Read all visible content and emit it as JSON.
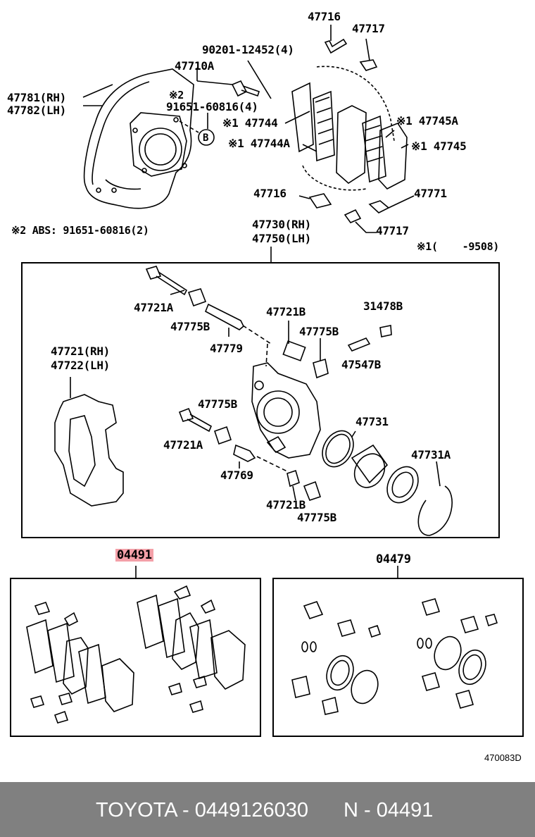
{
  "labels": {
    "p47716a": "47716",
    "p47717a": "47717",
    "p90201": "90201-12452(4)",
    "p47710a": "47710A",
    "p47781": "47781(RH)",
    "p47782": "47782(LH)",
    "note2a": "※2",
    "p91651": "91651-60816(4)",
    "circleB": "B",
    "p47744": "※1 47744",
    "p47744a": "※1 47744A",
    "p47745a": "※1 47745A",
    "p47745": "※1 47745",
    "p47716b": "47716",
    "p47771": "47771",
    "p47717b": "47717",
    "absNote": "※2 ABS: 91651-60816(2)",
    "p47730": "47730(RH)",
    "p47750": "47750(LH)",
    "note1": "※1(    -9508)",
    "p47721a1": "47721A",
    "p47775b1": "47775B",
    "p47779": "47779",
    "p47721b1": "47721B",
    "p47775b2": "47775B",
    "p31478b": "31478B",
    "p47547b": "47547B",
    "p47721rh": "47721(RH)",
    "p47722lh": "47722(LH)",
    "p47775b3": "47775B",
    "p47731": "47731",
    "p47721a2": "47721A",
    "p47731a": "47731A",
    "p47769": "47769",
    "p47721b2": "47721B",
    "p47775b4": "47775B",
    "p04491": "04491",
    "p04479": "04479"
  },
  "ref_code": "470083D",
  "footer": {
    "brand_part": "TOYOTA - 0449126030",
    "n_number": "N - 04491"
  },
  "colors": {
    "highlight": "#f4a0a8",
    "footer_bg": "#808080"
  }
}
